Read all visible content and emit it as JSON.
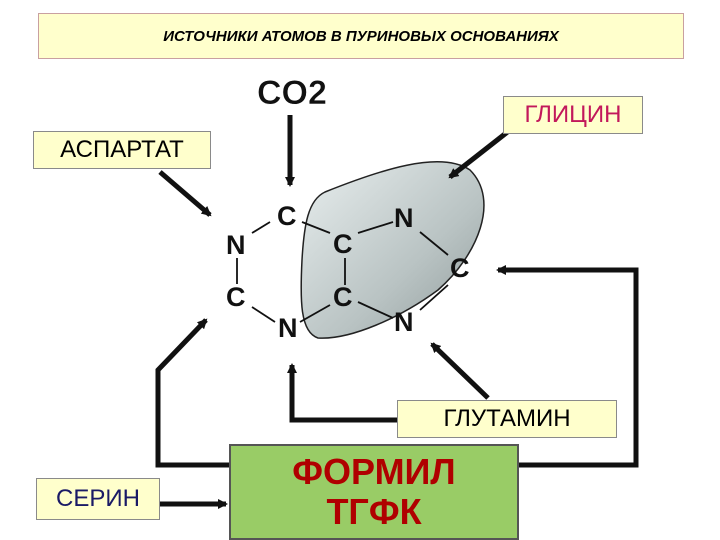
{
  "title": "ИСТОЧНИКИ АТОМОВ В ПУРИНОВЫХ ОСНОВАНИЯХ",
  "sources": {
    "co2": "CO2",
    "aspartat": "АСПАРТАТ",
    "glycin": "ГЛИЦИН",
    "glutamin": "ГЛУТАМИН",
    "serin": "СЕРИН",
    "formyl_line1": "ФОРМИЛ",
    "formyl_line2": "ТГФК"
  },
  "atoms": {
    "c_top": "C",
    "n_left": "N",
    "c_left": "C",
    "n_bottom": "N",
    "c_center_top": "C",
    "c_center_bottom": "C",
    "n_right_top": "N",
    "c_right": "C",
    "n_right_bottom": "N"
  },
  "colors": {
    "glycin_text": "#c2185b",
    "formyl_text": "#b00000",
    "formyl_box": "#99cc66",
    "label_box": "#ffffcc",
    "glycin_region": "#aab4b4"
  }
}
